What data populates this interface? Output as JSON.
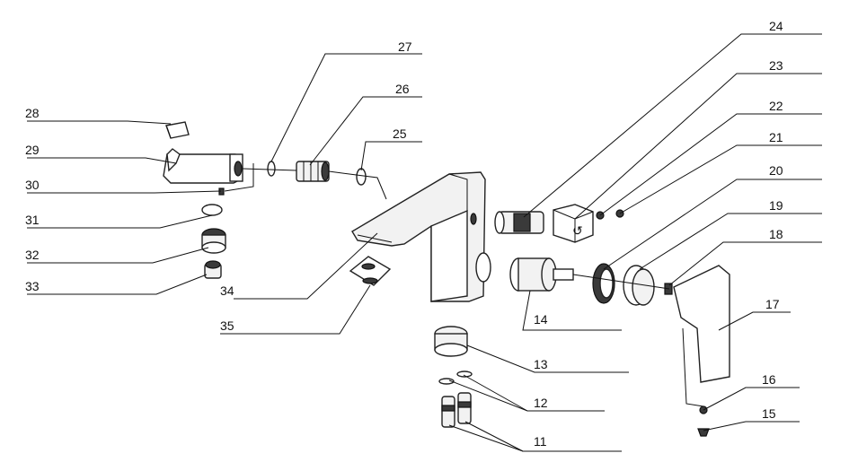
{
  "callouts": [
    {
      "number": "11"
    },
    {
      "number": "12"
    },
    {
      "number": "13"
    },
    {
      "number": "14"
    },
    {
      "number": "15"
    },
    {
      "number": "16"
    },
    {
      "number": "17"
    },
    {
      "number": "18"
    },
    {
      "number": "19"
    },
    {
      "number": "20"
    },
    {
      "number": "21"
    },
    {
      "number": "22"
    },
    {
      "number": "23"
    },
    {
      "number": "24"
    },
    {
      "number": "25"
    },
    {
      "number": "26"
    },
    {
      "number": "27"
    },
    {
      "number": "28"
    },
    {
      "number": "29"
    },
    {
      "number": "30"
    },
    {
      "number": "31"
    },
    {
      "number": "32"
    },
    {
      "number": "33"
    },
    {
      "number": "34"
    },
    {
      "number": "35"
    }
  ]
}
